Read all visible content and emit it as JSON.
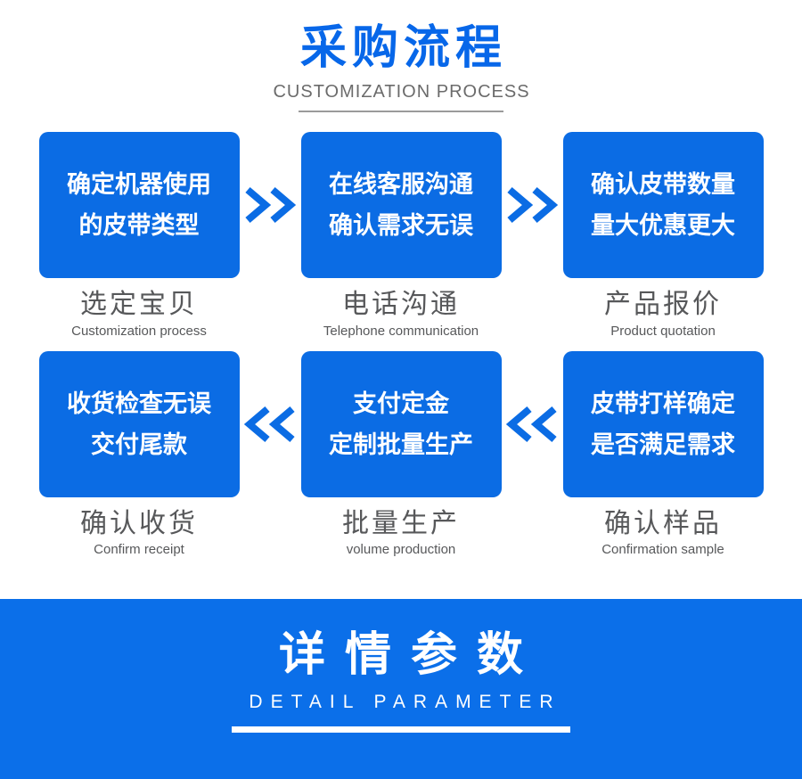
{
  "colors": {
    "accent": "#0b6ce4",
    "title-blue": "#0767e9",
    "banner-bg": "#0b6fe9",
    "label-gray": "#57585a",
    "subtitle-gray": "#6b6b6b",
    "rule-gray": "#9b9b9b"
  },
  "header": {
    "title": "采购流程",
    "subtitle": "CUSTOMIZATION PROCESS"
  },
  "process": {
    "arrow_direction_row1": "right",
    "arrow_direction_row2": "left",
    "steps": [
      {
        "box_line1": "确定机器使用",
        "box_line2": "的皮带类型",
        "label_cn": "选定宝贝",
        "label_en": "Customization process"
      },
      {
        "box_line1": "在线客服沟通",
        "box_line2": "确认需求无误",
        "label_cn": "电话沟通",
        "label_en": "Telephone communication"
      },
      {
        "box_line1": "确认皮带数量",
        "box_line2": "量大优惠更大",
        "label_cn": "产品报价",
        "label_en": "Product quotation"
      },
      {
        "box_line1": "收货检查无误",
        "box_line2": "交付尾款",
        "label_cn": "确认收货",
        "label_en": "Confirm receipt"
      },
      {
        "box_line1": "支付定金",
        "box_line2": "定制批量生产",
        "label_cn": "批量生产",
        "label_en": "volume production"
      },
      {
        "box_line1": "皮带打样确定",
        "box_line2": "是否满足需求",
        "label_cn": "确认样品",
        "label_en": "Confirmation sample"
      }
    ]
  },
  "banner": {
    "title": "详情参数",
    "subtitle": "DETAIL PARAMETER"
  }
}
